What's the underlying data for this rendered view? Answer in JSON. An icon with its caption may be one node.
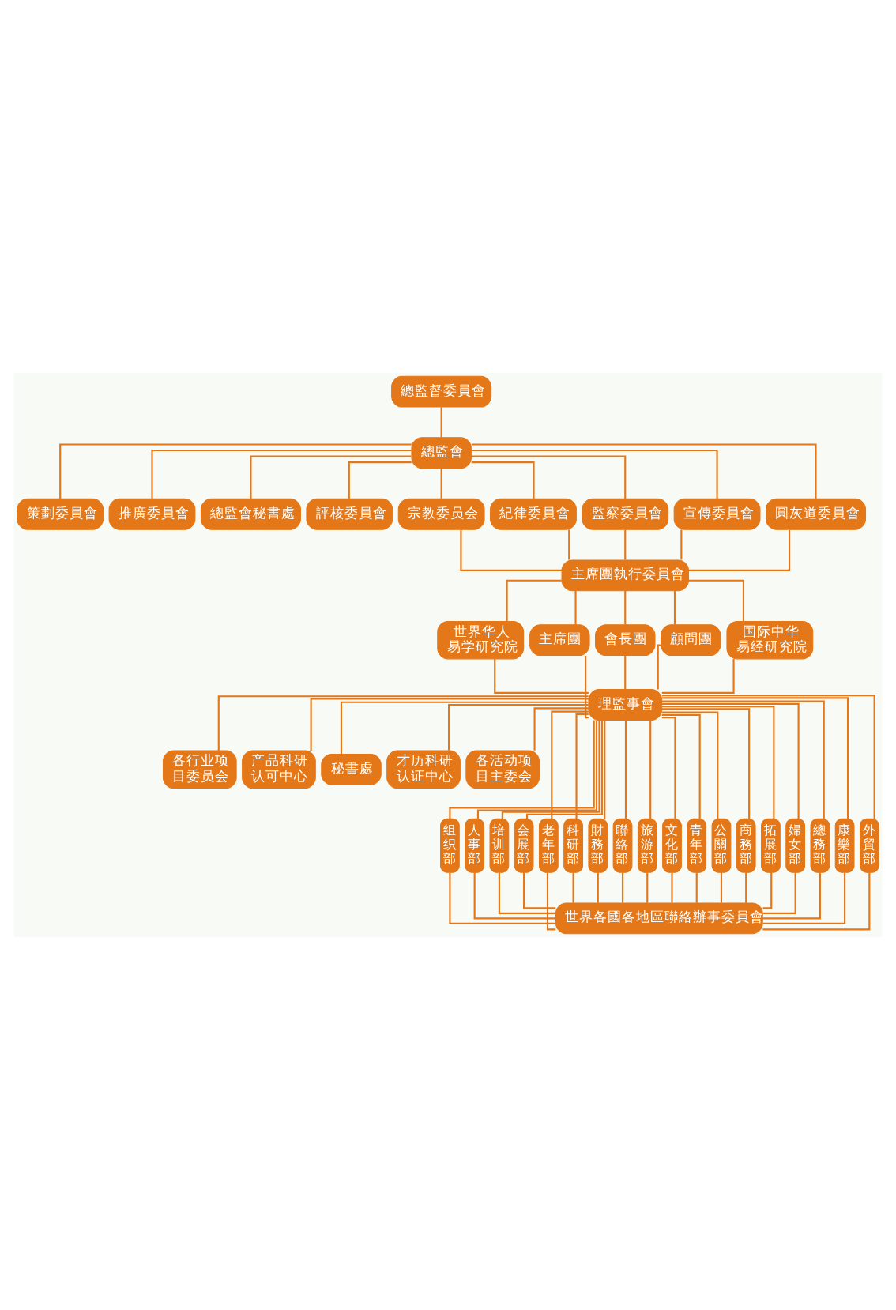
{
  "diagram": {
    "nodes": [
      {
        "text": [
          "總監督委員會"
        ]
      },
      {
        "text": [
          "總監會"
        ]
      },
      {
        "text": [
          "策劃委員會"
        ]
      },
      {
        "text": [
          "推廣委員會"
        ]
      },
      {
        "text": [
          "總監會秘書處"
        ]
      },
      {
        "text": [
          "評核委員會"
        ]
      },
      {
        "text": [
          "宗教委员会"
        ]
      },
      {
        "text": [
          "紀律委員會"
        ]
      },
      {
        "text": [
          "監察委員會"
        ]
      },
      {
        "text": [
          "宣傳委員會"
        ]
      },
      {
        "text": [
          "圓灰道委員會"
        ]
      },
      {
        "text": [
          "主席團執行委員會"
        ]
      },
      {
        "text": [
          "世界华人易学研究院"
        ]
      },
      {
        "text": [
          "主席團"
        ]
      },
      {
        "text": [
          "會長團"
        ]
      },
      {
        "text": [
          "顧問團"
        ]
      },
      {
        "text": [
          "国际中华易经研究院"
        ]
      },
      {
        "text": [
          "理監事會"
        ]
      },
      {
        "text": [
          "各行业项目委员会"
        ]
      },
      {
        "text": [
          "产品科研认可中心"
        ]
      },
      {
        "text": [
          "秘書處"
        ]
      },
      {
        "text": [
          "才历科研认证中心"
        ]
      },
      {
        "text": [
          "各活动项目主委会"
        ]
      },
      {
        "text": [
          "组织部"
        ]
      },
      {
        "text": [
          "人事部"
        ]
      },
      {
        "text": [
          "培训部"
        ]
      },
      {
        "text": [
          "会展部"
        ]
      },
      {
        "text": [
          "老年部"
        ]
      },
      {
        "text": [
          "科研部"
        ]
      },
      {
        "text": [
          "財務部"
        ]
      },
      {
        "text": [
          "聯絡部"
        ]
      },
      {
        "text": [
          "旅游部"
        ]
      },
      {
        "text": [
          "文化部"
        ]
      },
      {
        "text": [
          "青年部"
        ]
      },
      {
        "text": [
          "公關部"
        ]
      },
      {
        "text": [
          "商務部"
        ]
      },
      {
        "text": [
          "拓展部"
        ]
      },
      {
        "text": [
          "婦女部"
        ]
      },
      {
        "text": [
          "總務部"
        ]
      },
      {
        "text": [
          "康樂部"
        ]
      },
      {
        "text": [
          "外貿部"
        ]
      },
      {
        "text": [
          "世界各國各地區聯絡辦事委員會"
        ]
      }
    ],
    "edges": [
      {
        "from": 0,
        "to": 1,
        "arrow": "none"
      },
      {
        "from": 1,
        "to": 2,
        "arrow": "none"
      },
      {
        "from": 1,
        "to": 3,
        "arrow": "none"
      },
      {
        "from": 1,
        "to": 4,
        "arrow": "none"
      },
      {
        "from": 1,
        "to": 5,
        "arrow": "none"
      },
      {
        "from": 1,
        "to": 6,
        "arrow": "none"
      },
      {
        "from": 1,
        "to": 7,
        "arrow": "none"
      },
      {
        "from": 1,
        "to": 8,
        "arrow": "none"
      },
      {
        "from": 1,
        "to": 9,
        "arrow": "none"
      },
      {
        "from": 1,
        "to": 10,
        "arrow": "none"
      },
      {
        "from": 6,
        "to": 11,
        "arrow": "none"
      },
      {
        "from": 7,
        "to": 11,
        "arrow": "none"
      },
      {
        "from": 8,
        "to": 11,
        "arrow": "none"
      },
      {
        "from": 9,
        "to": 11,
        "arrow": "none"
      },
      {
        "from": 10,
        "to": 11,
        "arrow": "none"
      },
      {
        "from": 11,
        "to": 12,
        "arrow": "none"
      },
      {
        "from": 11,
        "to": 13,
        "arrow": "none"
      },
      {
        "from": 11,
        "to": 14,
        "arrow": "none"
      },
      {
        "from": 11,
        "to": 15,
        "arrow": "none"
      },
      {
        "from": 11,
        "to": 16,
        "arrow": "none"
      },
      {
        "from": 12,
        "to": 17,
        "arrow": "none"
      },
      {
        "from": 13,
        "to": 17,
        "arrow": "none"
      },
      {
        "from": 14,
        "to": 17,
        "arrow": "none"
      },
      {
        "from": 15,
        "to": 17,
        "arrow": "none"
      },
      {
        "from": 16,
        "to": 17,
        "arrow": "none"
      },
      {
        "from": 17,
        "to": 18,
        "arrow": "none"
      },
      {
        "from": 17,
        "to": 19,
        "arrow": "none"
      },
      {
        "from": 17,
        "to": 20,
        "arrow": "none"
      },
      {
        "from": 17,
        "to": 21,
        "arrow": "none"
      },
      {
        "from": 17,
        "to": 22,
        "arrow": "none"
      },
      {
        "from": 17,
        "to": 23,
        "arrow": "none"
      },
      {
        "from": 17,
        "to": 24,
        "arrow": "none"
      },
      {
        "from": 17,
        "to": 25,
        "arrow": "none"
      },
      {
        "from": 17,
        "to": 26,
        "arrow": "none"
      },
      {
        "from": 17,
        "to": 27,
        "arrow": "none"
      },
      {
        "from": 17,
        "to": 28,
        "arrow": "none"
      },
      {
        "from": 17,
        "to": 29,
        "arrow": "none"
      },
      {
        "from": 17,
        "to": 30,
        "arrow": "none"
      },
      {
        "from": 17,
        "to": 31,
        "arrow": "none"
      },
      {
        "from": 17,
        "to": 32,
        "arrow": "none"
      },
      {
        "from": 17,
        "to": 33,
        "arrow": "none"
      },
      {
        "from": 17,
        "to": 34,
        "arrow": "none"
      },
      {
        "from": 17,
        "to": 35,
        "arrow": "none"
      },
      {
        "from": 17,
        "to": 36,
        "arrow": "none"
      },
      {
        "from": 17,
        "to": 37,
        "arrow": "none"
      },
      {
        "from": 17,
        "to": 38,
        "arrow": "none"
      },
      {
        "from": 17,
        "to": 39,
        "arrow": "none"
      },
      {
        "from": 17,
        "to": 40,
        "arrow": "none"
      },
      {
        "from": 23,
        "to": 41,
        "arrow": "none"
      },
      {
        "from": 24,
        "to": 41,
        "arrow": "none"
      },
      {
        "from": 25,
        "to": 41,
        "arrow": "none"
      },
      {
        "from": 26,
        "to": 41,
        "arrow": "none"
      },
      {
        "from": 27,
        "to": 41,
        "arrow": "none"
      },
      {
        "from": 28,
        "to": 41,
        "arrow": "none"
      },
      {
        "from": 29,
        "to": 41,
        "arrow": "none"
      },
      {
        "from": 30,
        "to": 41,
        "arrow": "none"
      },
      {
        "from": 31,
        "to": 41,
        "arrow": "none"
      },
      {
        "from": 32,
        "to": 41,
        "arrow": "none"
      },
      {
        "from": 33,
        "to": 41,
        "arrow": "none"
      },
      {
        "from": 34,
        "to": 41,
        "arrow": "none"
      },
      {
        "from": 35,
        "to": 41,
        "arrow": "none"
      },
      {
        "from": 36,
        "to": 41,
        "arrow": "none"
      },
      {
        "from": 37,
        "to": 41,
        "arrow": "none"
      },
      {
        "from": 38,
        "to": 41,
        "arrow": "none"
      },
      {
        "from": 39,
        "to": 41,
        "arrow": "none"
      },
      {
        "from": 40,
        "to": 41,
        "arrow": "none"
      }
    ]
  }
}
